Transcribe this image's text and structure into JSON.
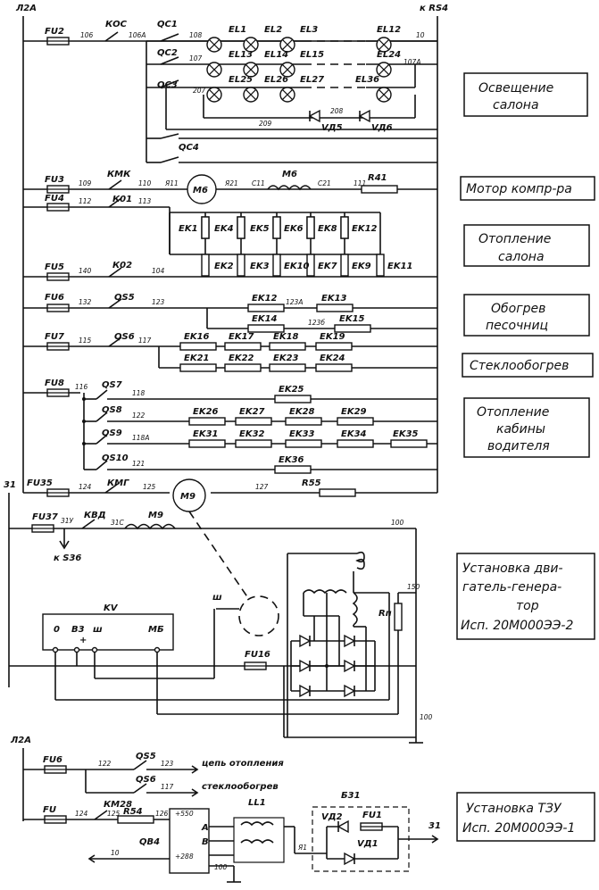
{
  "terminals": {
    "l2a_top": "Л2А",
    "krs4": "к RS4",
    "w31": "31",
    "l2a_bottom": "Л2А",
    "w31_tzu": "31"
  },
  "fuses": {
    "fu2": "FU2",
    "fu3": "FU3",
    "fu4": "FU4",
    "fu5": "FU5",
    "fu6": "FU6",
    "fu7": "FU7",
    "fu8": "FU8",
    "fu35": "FU35",
    "fu37": "FU37",
    "fu16": "FU16",
    "fu6b": "FU6",
    "fu": "FU",
    "fu1": "FU1"
  },
  "switches": {
    "koc": "КОС",
    "qc1": "QC1",
    "qc2": "QC2",
    "qc3": "QC3",
    "qc4": "QC4",
    "kmk": "КМК",
    "k01": "К01",
    "k02": "К02",
    "qs5": "QS5",
    "qs6": "QS6",
    "qs7": "QS7",
    "qs8": "QS8",
    "qs9": "QS9",
    "qs10": "QS10",
    "kmg": "КМГ",
    "kvd": "КВД",
    "qs5b": "QS5",
    "qs6b": "QS6",
    "km28": "КМ28"
  },
  "lamps": {
    "el1": "EL1",
    "el2": "EL2",
    "el3": "EL3",
    "el12": "EL12",
    "el13": "EL13",
    "el14": "EL14",
    "el15": "EL15",
    "el24": "EL24",
    "el25": "EL25",
    "el26": "EL26",
    "el27": "EL27",
    "el36": "EL36"
  },
  "diodes": {
    "vd5": "VД5",
    "vd6": "VД6",
    "vd2": "VД2",
    "vd1": "VД1"
  },
  "motors": {
    "m6": "М6",
    "m9": "М9",
    "m6_field": "М6",
    "m9_field": "М9"
  },
  "resistors": {
    "r41": "R41",
    "r55": "R55",
    "rp": "Rп",
    "r54": "R54"
  },
  "heaters": {
    "salon_top": [
      "EK1",
      "EK4",
      "EK5",
      "EK6",
      "EK8",
      "EK12"
    ],
    "salon_bottom": [
      "EK2",
      "EK3",
      "EK10",
      "EK7",
      "EK9",
      "EK11"
    ],
    "sand_1": [
      "EK12",
      "EK13"
    ],
    "sand_2": [
      "EK14",
      "EK15"
    ],
    "glass_1": [
      "EK16",
      "EK17",
      "EK18",
      "EK19"
    ],
    "glass_2": [
      "EK21",
      "EK22",
      "EK23",
      "EK24"
    ],
    "cab_1": [
      "EK25"
    ],
    "cab_2": [
      "EK26",
      "EK27",
      "EK28",
      "EK29"
    ],
    "cab_3": [
      "EK31",
      "EK32",
      "EK33",
      "EK34",
      "EK35"
    ],
    "cab_4": [
      "EK36"
    ]
  },
  "wires": {
    "w106": "106",
    "w106a": "106А",
    "w108": "108",
    "w10": "10",
    "w107": "107",
    "w107a": "107А",
    "w207": "207",
    "w208": "208",
    "w209": "209",
    "w109": "109",
    "w110": "110",
    "wya11": "Я11",
    "wya21": "Я21",
    "wc11": "С11",
    "wc21": "С21",
    "w111": "111",
    "w112": "112",
    "w113": "113",
    "w140": "140",
    "w104": "104",
    "w132": "132",
    "w123": "123",
    "w123a": "123А",
    "w123b": "123б",
    "w115": "115",
    "w117": "117",
    "w116": "116",
    "w118": "118",
    "w122": "122",
    "w118a": "118А",
    "w121": "121",
    "w124": "124",
    "w125": "125",
    "w127": "127",
    "w31y": "31У",
    "w31c": "31С",
    "w100": "100",
    "w150": "150",
    "w100b": "100",
    "wsh": "ш",
    "w122b": "122",
    "w123c": "123",
    "w117b": "117",
    "w124b": "124",
    "w125b": "125",
    "w126": "126",
    "w550": "+550",
    "w288": "+288",
    "w100c": "100",
    "w10b": "10",
    "wya1": "Я1"
  },
  "ks36": "к S36",
  "kv": {
    "title": "KV",
    "t0": "0",
    "tb3": "В3",
    "tplus": "+",
    "tsh": "ш",
    "tmb": "МБ"
  },
  "qb4": {
    "name": "QВ4",
    "a": "А",
    "b": "В"
  },
  "ll1": "LL1",
  "b31": "Б31",
  "captions": {
    "heating_circuit": "цепь отопления",
    "glass_heating": "стеклообогрев"
  },
  "boxes": {
    "lighting_1": "Освещение",
    "lighting_2": "салона",
    "motor": "Мотор компр-ра",
    "salon_heat_1": "Отопление",
    "salon_heat_2": "салона",
    "sand_1": "Обогрев",
    "sand_2": "песочниц",
    "glass": "Стеклообогрев",
    "cab_1": "Отопление",
    "cab_2": "кабины",
    "cab_3": "водителя",
    "gen_1": "Установка дви-",
    "gen_2": "гатель-генера-",
    "gen_3": "тор",
    "gen_4": "Исп. 20М000ЭЭ-2",
    "tzu_1": "Установка ТЗУ",
    "tzu_2": "Исп. 20М000ЭЭ-1"
  }
}
